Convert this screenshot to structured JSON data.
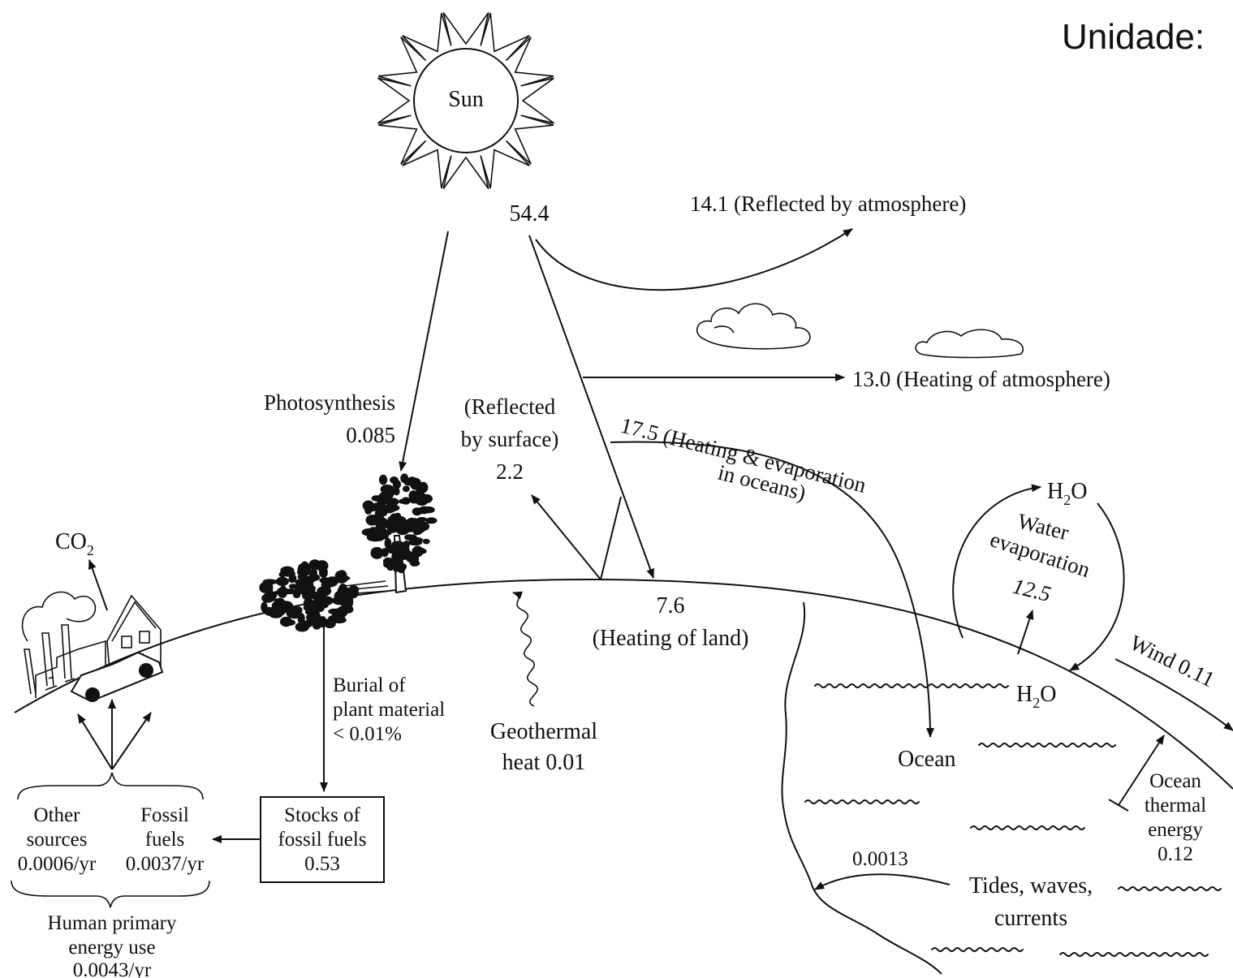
{
  "header": {
    "unit_label": "Unidade:"
  },
  "sun": {
    "label": "Sun",
    "total_value": "54.4"
  },
  "flows": {
    "reflected_atmosphere": "14.1 (Reflected by atmosphere)",
    "heating_atmosphere": "13.0 (Heating of atmosphere)",
    "heating_oceans": "17.5 (Heating & evaporation",
    "heating_oceans_2": "in oceans)",
    "reflected_surface_1": "(Reflected",
    "reflected_surface_2": "by surface)",
    "reflected_surface_value": "2.2",
    "photosynthesis_label": "Photosynthesis",
    "photosynthesis_value": "0.085",
    "heating_land_value": "7.6",
    "heating_land_label": "(Heating of land)",
    "geothermal_1": "Geothermal",
    "geothermal_2": "heat 0.01",
    "burial_1": "Burial of",
    "burial_2": "plant material",
    "burial_3": "< 0.01%",
    "water_h2o_top": "H",
    "water_h2o_sub": "2",
    "water_h2o_end": "O",
    "water_evap_1": "Water",
    "water_evap_2": "evaporation",
    "water_evap_value": "12.5",
    "wind": "Wind 0.11",
    "ocean_label": "Ocean",
    "ocean_thermal_1": "Ocean",
    "ocean_thermal_2": "thermal",
    "ocean_thermal_3": "energy",
    "ocean_thermal_value": "0.12",
    "tides_value": "0.0013",
    "tides_1": "Tides, waves,",
    "tides_2": "currents",
    "co2_main": "CO",
    "co2_sub": "2"
  },
  "fossil_box": {
    "line1": "Stocks of",
    "line2": "fossil fuels",
    "value": "0.53"
  },
  "human_use": {
    "other_1": "Other",
    "other_2": "sources",
    "other_value": "0.0006/yr",
    "fossil_1": "Fossil",
    "fossil_2": "fuels",
    "fossil_value": "0.0037/yr",
    "total_1": "Human primary",
    "total_2": "energy use",
    "total_value": "0.0043/yr"
  },
  "icons": {
    "sun": "sun-icon",
    "cloud": "cloud-icon",
    "tree": "tree-icon",
    "factory": "factory-icon",
    "house": "house-icon",
    "car": "car-icon"
  }
}
